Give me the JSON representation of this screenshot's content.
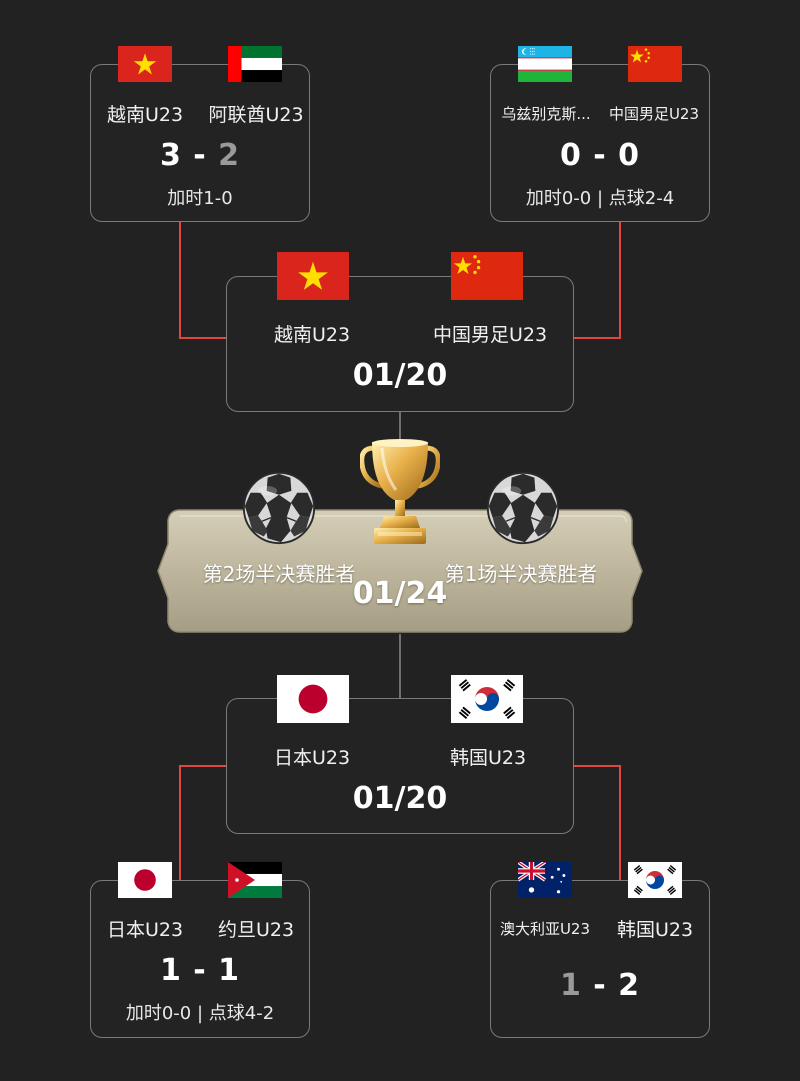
{
  "colors": {
    "background": "#222222",
    "card_border": "#7a7a7a",
    "connector_line": "#e0473f",
    "final_plate": "#c9c2ad",
    "trophy_gold": "#e9b44c"
  },
  "semifinal_1": {
    "qf_left": {
      "team_a": "越南U23",
      "flag_a": "vietnam-flag",
      "team_b": "阿联酋U23",
      "flag_b": "uae-flag",
      "score_a": "3",
      "sep": "-",
      "score_b": "2",
      "note": "加时1-0"
    },
    "qf_right": {
      "team_a": "乌兹别克斯...",
      "flag_a": "uzbekistan-flag",
      "team_b": "中国男足U23",
      "flag_b": "china-flag",
      "score_a": "0",
      "sep": "-",
      "score_b": "0",
      "note": "加时0-0 | 点球2-4"
    },
    "match": {
      "team_a": "越南U23",
      "flag_a": "vietnam-flag",
      "team_b": "中国男足U23",
      "flag_b": "china-flag",
      "date": "01/20"
    }
  },
  "final": {
    "left_label": "第2场半决赛胜者",
    "right_label": "第1场半决赛胜者",
    "date": "01/24",
    "trophy_icon": "trophy-icon",
    "ball_icon": "soccer-ball-icon"
  },
  "semifinal_2": {
    "match": {
      "team_a": "日本U23",
      "flag_a": "japan-flag",
      "team_b": "韩国U23",
      "flag_b": "korea-flag",
      "date": "01/20"
    },
    "qf_left": {
      "team_a": "日本U23",
      "flag_a": "japan-flag",
      "team_b": "约旦U23",
      "flag_b": "jordan-flag",
      "score_a": "1",
      "sep": "-",
      "score_b": "1",
      "note": "加时0-0 | 点球4-2"
    },
    "qf_right": {
      "team_a": "澳大利亚U23",
      "flag_a": "australia-flag",
      "team_b": "韩国U23",
      "flag_b": "korea-flag",
      "score_a": "1",
      "sep": "-",
      "score_b": "2"
    }
  }
}
